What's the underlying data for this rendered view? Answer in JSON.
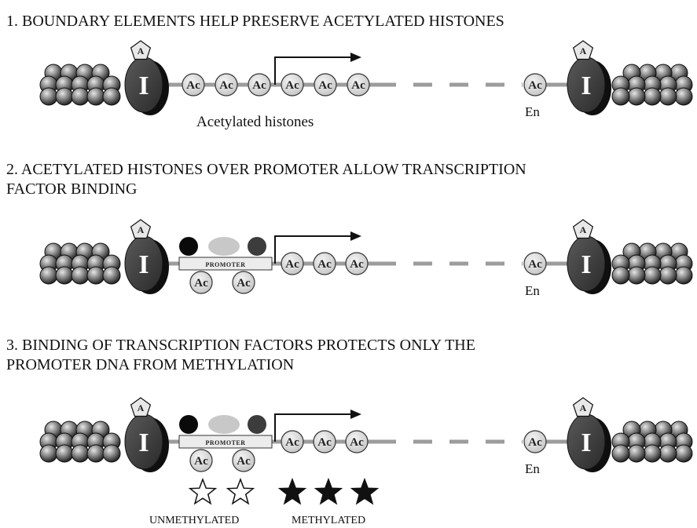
{
  "panels": [
    {
      "caption_lines": [
        "1. BOUNDARY ELEMENTS HELP PRESERVE ACETYLATED HISTONES"
      ],
      "has_promoter": false,
      "acetylated_label": "Acetylated histones",
      "enhancer_label": "En"
    },
    {
      "caption_lines": [
        "2. ACETYLATED HISTONES OVER PROMOTER ALLOW TRANSCRIPTION",
        "FACTOR BINDING"
      ],
      "has_promoter": true,
      "enhancer_label": "En"
    },
    {
      "caption_lines": [
        "3. BINDING OF TRANSCRIPTION FACTORS PROTECTS ONLY THE",
        "PROMOTER DNA FROM METHYLATION"
      ],
      "has_promoter": true,
      "enhancer_label": "En",
      "methylation": {
        "unmethylated_label": "UNMETHYLATED",
        "methylated_label": "METHYLATED",
        "unmethylated_count": 2,
        "methylated_count": 3
      }
    }
  ],
  "insulator_label": "I",
  "insulator_protein_label": "A",
  "acetyl_label": "Ac",
  "promoter_label": "PROMOTER"
}
